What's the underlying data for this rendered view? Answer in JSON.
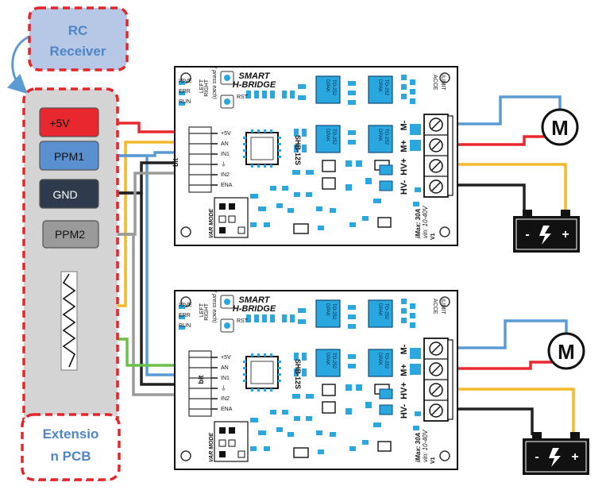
{
  "colors": {
    "dashed_border": "#e3252c",
    "receiver_fill": "#b6c8e6",
    "receiver_text": "#4f86c6",
    "ext_fill": "#d4d4d4",
    "plus5v": "#e8282e",
    "ppm1": "#5a8fd0",
    "gnd": "#2f3b4c",
    "ppm2": "#9a9a9a",
    "wire_red": "#e8282e",
    "wire_yellow": "#f3b82b",
    "wire_blue": "#5b9bd5",
    "wire_black": "#222222",
    "wire_gray": "#9a9a9a",
    "wire_green": "#6cc04a",
    "chip_blue": "#2aa7de"
  },
  "receiver": {
    "line1": "RC",
    "line2": "Receiver"
  },
  "extension": {
    "line1": "Extensio",
    "line2": "n PCB"
  },
  "signals": {
    "plus5v": "+5V",
    "ppm1": "PPM1",
    "gnd": "GND",
    "ppm2": "PPM2"
  },
  "board": {
    "title1": "SMART",
    "title2": "H-BRIDGE",
    "led_labels": [
      "IOVE",
      "ERR",
      "RUN"
    ],
    "btn_left": "LEFT",
    "btn_right": "RIGHT",
    "press_each": "( press each)",
    "rst": "RST",
    "pins": [
      "+5V",
      "AN",
      "IN1",
      "⏚",
      "IN2",
      "ENA"
    ],
    "bit": "bit",
    "chip_label": "SHB-12S",
    "dpak": "DPAK",
    "to252": "TO-252",
    "accel": "ACCE",
    "limit": "ILIMIT",
    "term_labels": [
      "HV-",
      "HV+",
      "M+",
      "M-"
    ],
    "var_mode": "VAR MODE",
    "imax": "iMax: 30A",
    "vin": "vin: 10-40V",
    "v": "V1"
  },
  "motor_symbol": "M",
  "battery": {
    "minus": "-",
    "plus": "+"
  }
}
